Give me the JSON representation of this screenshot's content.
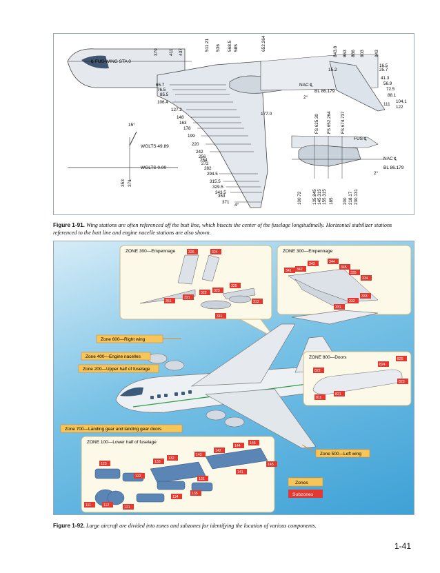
{
  "figure1": {
    "caption_label": "Figure 1-91.",
    "caption_text": "Wing stations are often referenced off the butt line, which bisects the center of the fuselage longitudinally. Horizontal stabilizer stations referenced to the butt line and engine nacelle stations are also shown.",
    "fus_wing_label": "℄ FUS-WING STA 0",
    "top_stations": [
      "379",
      "411",
      "437",
      "511.21",
      "536",
      "568.5",
      "585",
      "652.264",
      "843.8",
      "863",
      "886",
      "903",
      "943"
    ],
    "left_stations": [
      "65.7",
      "76.5",
      "85.5",
      "106.4",
      "127.2",
      "148",
      "163",
      "178",
      "199",
      "220",
      "242",
      "256",
      "264",
      "272",
      "282",
      "294.5",
      "315.5",
      "329.5",
      "343.5",
      "353",
      "371"
    ],
    "center_value": "177.0",
    "dihedral": "15°",
    "wglts_top": "WGLTS 49.89",
    "wglts_bottom": "WGLTS 0.00",
    "left_bottom": [
      "353",
      "371"
    ],
    "nac_label": "NAC ℄",
    "bl_label": "BL 86.179",
    "two_deg": "2°",
    "four_deg": "4°",
    "stab_values": [
      "16.5",
      "25.7",
      "41.3",
      "56.9",
      "72.5",
      "88.1",
      "104.1",
      "111",
      "122"
    ],
    "stab_left": "15.2",
    "fs_labels": [
      "FS 625.30",
      "FS 652.264",
      "FS 674.737"
    ],
    "fus_label": "FUS ℄",
    "nac2_label": "NAC ℄",
    "bl2_label": "BL 86.179",
    "bottom_values": [
      "100.72",
      "135.845",
      "145.315",
      "155.315",
      "185",
      "200",
      "218.17",
      "230.131"
    ]
  },
  "figure2": {
    "caption_label": "Figure 1-92.",
    "caption_text": "Large aircraft are divided into zones and subzones for identifying the location of various components.",
    "zone300a": "ZONE 300—Empennage",
    "zone300b": "ZONE 300—Empennage",
    "zone600": "Zone 600—Right wing",
    "zone400": "Zone 400—Engine nacelles",
    "zone200": "Zone 200—Upper half of fuselage",
    "zone700": "Zone 700—Landing gear and landing gear doors",
    "zone100": "ZONE 100—Lower half of fuselage",
    "zone800": "ZONE 800—Doors",
    "zone500": "Zone 500—Left wing",
    "legend_zones": "Zones",
    "legend_subzones": "Subzones",
    "sub_empA": [
      "326",
      "324",
      "325",
      "321",
      "322",
      "323",
      "351",
      "312",
      "311"
    ],
    "sub_empB": [
      "343",
      "344",
      "342",
      "345",
      "341",
      "335",
      "334",
      "333",
      "332",
      "331"
    ],
    "sub_doors": [
      "825",
      "824",
      "822",
      "823",
      "821",
      "811"
    ],
    "sub_lower": [
      "123",
      "133",
      "132",
      "143",
      "142",
      "144",
      "146",
      "145",
      "141",
      "131",
      "122",
      "134",
      "135",
      "111",
      "112",
      "121"
    ],
    "colors": {
      "zone_fill": "#f6c65a",
      "zone_border": "#e0892a",
      "subzone": "#e23a31",
      "sky": "#3ea1d6"
    }
  },
  "page_number": "1-41"
}
